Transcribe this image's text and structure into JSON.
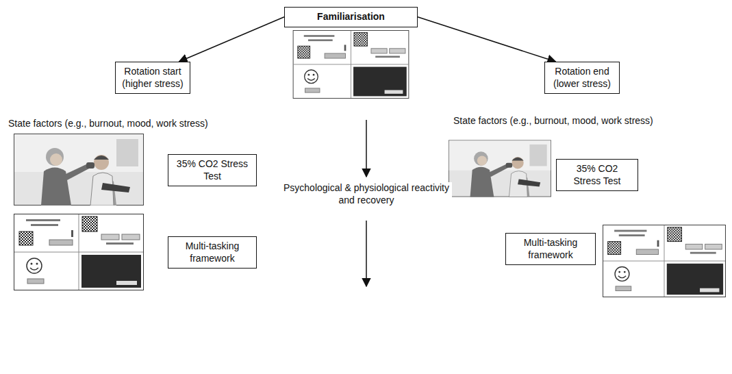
{
  "diagram": {
    "nodes": [
      {
        "text": [
          "Familiarisation"
        ]
      },
      {
        "text": [
          "Rotation start (higher stress)"
        ]
      },
      {
        "text": [
          "Rotation end (lower stress)"
        ]
      },
      {
        "text": [
          "35% CO2 Stress Test"
        ]
      },
      {
        "text": [
          "Multi-tasking framework"
        ]
      },
      {
        "text": [
          "35% CO2 Stress Test"
        ]
      },
      {
        "text": [
          "Multi-tasking framework"
        ]
      }
    ],
    "edges": [
      {
        "from": 0,
        "to": 1,
        "arrow": "to"
      },
      {
        "from": 0,
        "to": 2,
        "arrow": "to"
      }
    ],
    "labels": [
      "State factors (e.g., burnout, mood, work stress)",
      "Psychological & physiological reactivity and recovery",
      "State factors (e.g., burnout, mood, work stress)"
    ]
  }
}
